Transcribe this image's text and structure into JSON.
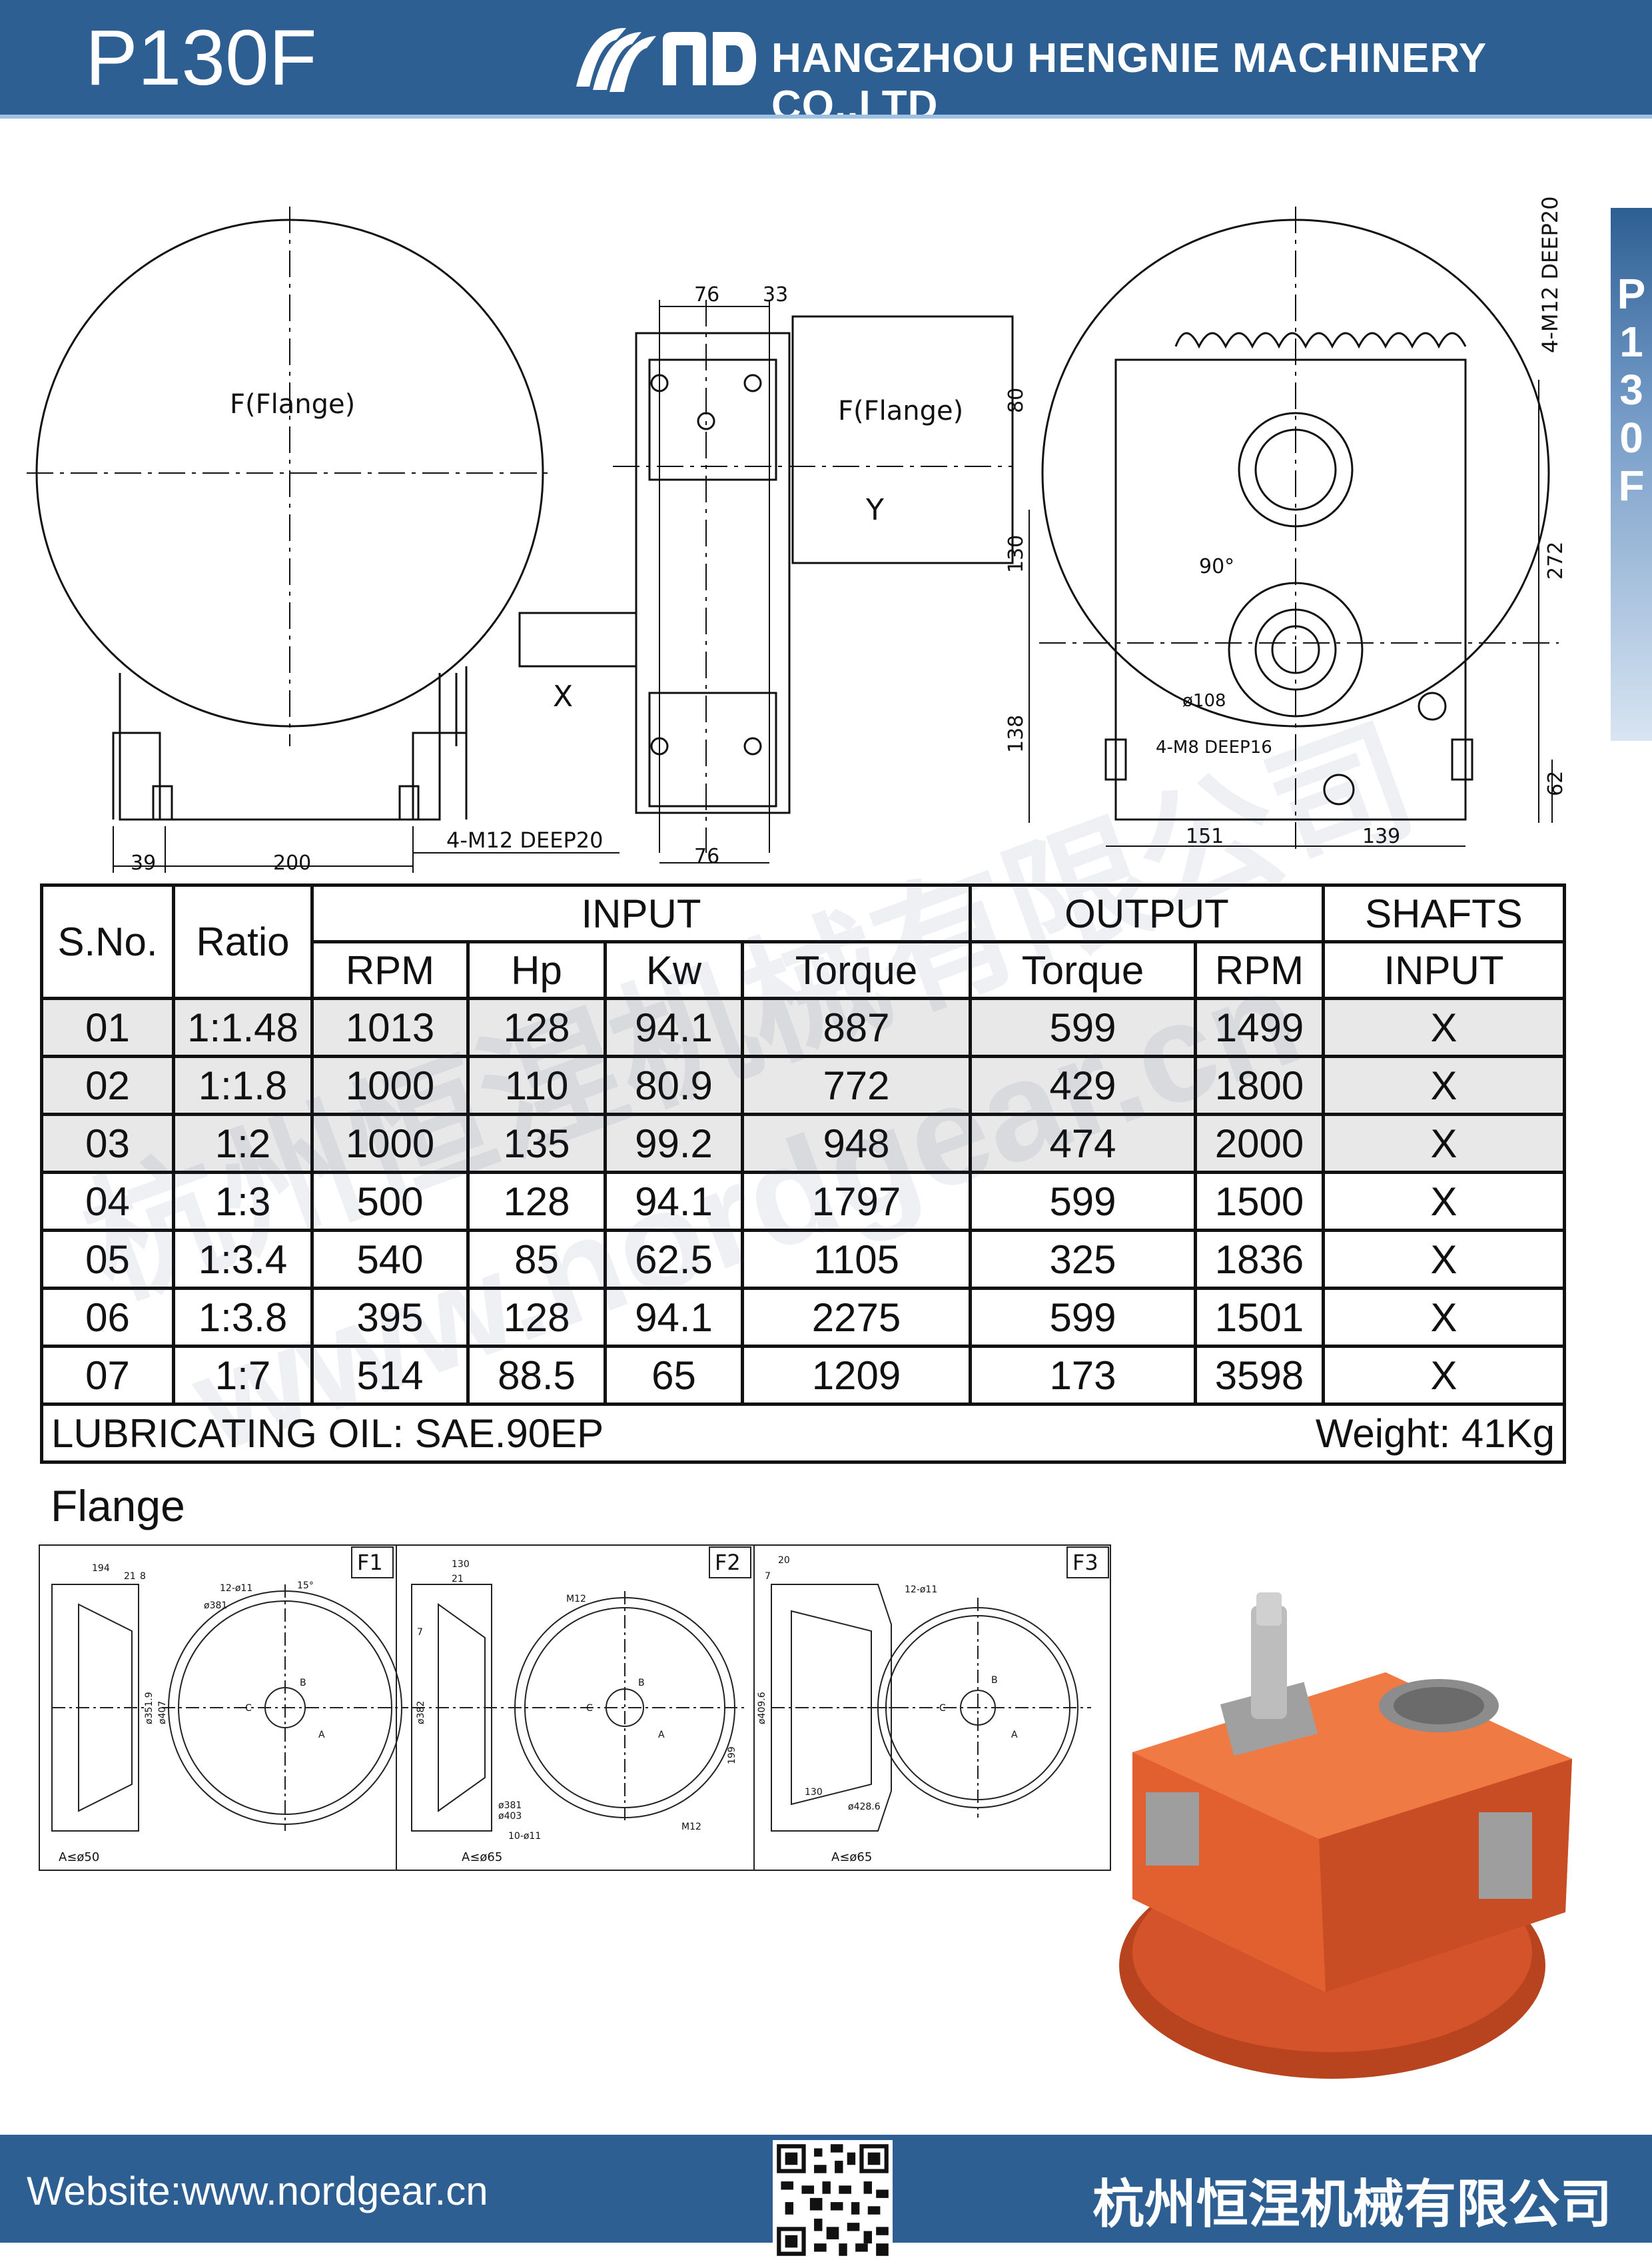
{
  "header": {
    "model": "P130F",
    "company": "HANGZHOU HENGNIE MACHINERY CO.,LTD",
    "colors": {
      "band": "#2d5f93",
      "accent": "#9ec1e3"
    }
  },
  "side_tab": {
    "letters": [
      "P",
      "1",
      "3",
      "0",
      "F"
    ]
  },
  "drawing": {
    "flange_label_left": "F(Flange)",
    "flange_label_mid": "F(Flange)",
    "shaft_x": "X",
    "shaft_y": "Y",
    "dim_76_top": "76",
    "dim_33": "33",
    "dim_76_bottom": "76",
    "dim_39": "39",
    "dim_200": "200",
    "thread_bottom": "4-M12  DEEP20",
    "thread_top": "4-M12  DEEP20",
    "dim_80": "80",
    "dim_130": "130",
    "dim_138": "138",
    "dim_272": "272",
    "dim_62": "62",
    "dim_151": "151",
    "dim_139": "139",
    "angle_90": "90°",
    "dia_108": "ø108",
    "thread_m8": "4-M8  DEEP16"
  },
  "table": {
    "group_headers": {
      "sno": "S.No.",
      "ratio": "Ratio",
      "input": "INPUT",
      "output": "OUTPUT",
      "shafts": "SHAFTS"
    },
    "sub_headers": {
      "rpm_in": "RPM",
      "hp": "Hp",
      "kw": "Kw",
      "torque_in": "Torque",
      "torque_out": "Torque",
      "rpm_out": "RPM",
      "shaft_input": "INPUT"
    },
    "rows": [
      [
        "01",
        "1:1.48",
        "1013",
        "128",
        "94.1",
        "887",
        "599",
        "1499",
        "X"
      ],
      [
        "02",
        "1:1.8",
        "1000",
        "110",
        "80.9",
        "772",
        "429",
        "1800",
        "X"
      ],
      [
        "03",
        "1:2",
        "1000",
        "135",
        "99.2",
        "948",
        "474",
        "2000",
        "X"
      ],
      [
        "04",
        "1:3",
        "500",
        "128",
        "94.1",
        "1797",
        "599",
        "1500",
        "X"
      ],
      [
        "05",
        "1:3.4",
        "540",
        "85",
        "62.5",
        "1105",
        "325",
        "1836",
        "X"
      ],
      [
        "06",
        "1:3.8",
        "395",
        "128",
        "94.1",
        "2275",
        "599",
        "1501",
        "X"
      ],
      [
        "07",
        "1:7",
        "514",
        "88.5",
        "65",
        "1209",
        "173",
        "3598",
        "X"
      ]
    ],
    "footer_left": "LUBRICATING OIL: SAE.90EP",
    "footer_right": "Weight:  41Kg"
  },
  "watermark": {
    "cn": "杭州恒涅机械有限公司",
    "url": "www.nordgear.cn"
  },
  "flange_section": {
    "title": "Flange",
    "panels": [
      {
        "tag": "F1",
        "note": "A≤ø50",
        "d1": "194",
        "d2": "21",
        "d3": "8",
        "holes": "12-ø11",
        "angle": "15°",
        "pcd": "ø381",
        "dia_a": "ø351.9",
        "dia_b": "ø407",
        "letter_b": "B",
        "letter_c": "C",
        "letter_a": "A"
      },
      {
        "tag": "F2",
        "note": "A≤ø65",
        "d1": "130",
        "d2": "21",
        "d3": "7",
        "holes": "M12",
        "pcd": "ø381",
        "dia_a": "ø382",
        "dia_b": "ø403",
        "holes2": "10-ø11",
        "m12": "M12",
        "letter_b": "B",
        "letter_c": "C",
        "letter_a": "A"
      },
      {
        "tag": "F3",
        "note": "A≤ø65",
        "d1": "20",
        "d2": "7",
        "holes": "12-ø11",
        "dia_a": "ø409.6",
        "dim_130": "130",
        "dim_199": "199",
        "dia_b": "ø428.6",
        "letter_b": "B",
        "letter_c": "C",
        "letter_a": "A"
      }
    ]
  },
  "footer": {
    "website": "Website:www.nordgear.cn",
    "company_cn": "杭州恒涅机械有限公司"
  }
}
